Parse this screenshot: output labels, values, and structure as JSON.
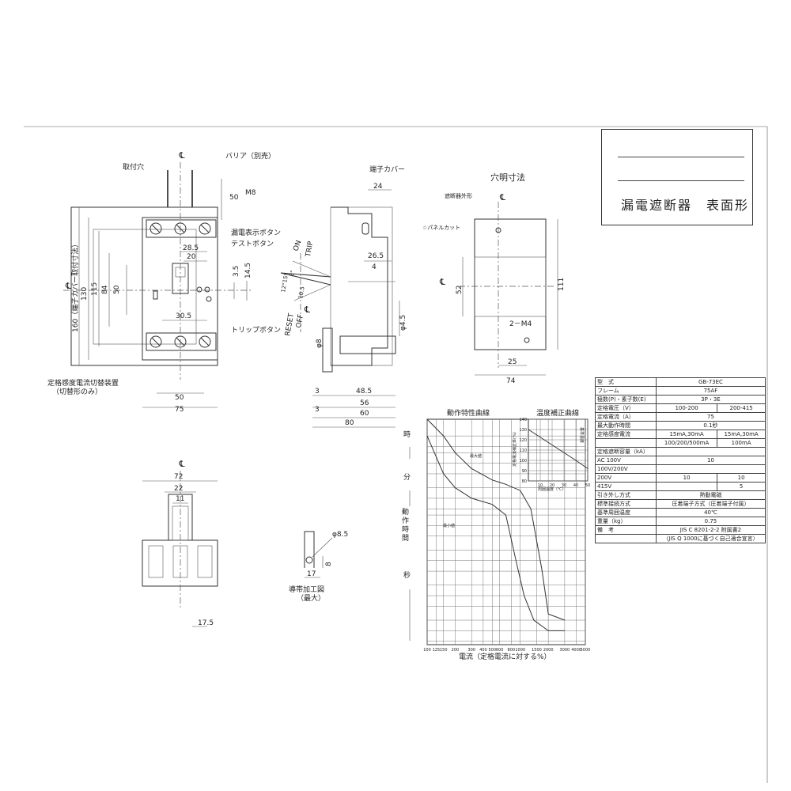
{
  "title_block": {
    "title": "漏電遮断器　表面形"
  },
  "front_view": {
    "centerline": "℄",
    "labels": {
      "mounting_hole": "取付穴",
      "barrier": "バリア（別売）",
      "m8": "M8",
      "leak_indicator": "漏電表示ボタン",
      "test_button": "テストボタン",
      "trip_button": "トリップボタン",
      "sensitivity_switch": "定格感度電流切替装置",
      "sensitivity_switch_note": "（切替形のみ）",
      "cover_dim": "160（端子カバー取付寸法）"
    },
    "dims": [
      "50",
      "28.5",
      "20",
      "3.5",
      "14.5",
      "30.5",
      "130",
      "115",
      "84",
      "50",
      "50",
      "75"
    ]
  },
  "side_view": {
    "labels": {
      "terminal_cover": "端子カバー",
      "on": "ON",
      "trip": "TRIP",
      "off": "OFF",
      "reset": "RESET",
      "angles": "12°15°",
      "angle2": "8°",
      "centerline": "℄"
    },
    "dims": [
      "24",
      "26.5",
      "4",
      "10.5",
      "φ4.5",
      "φ8",
      "48.5",
      "56",
      "60",
      "80",
      "3",
      "3"
    ]
  },
  "panel_cut": {
    "title": "穴明寸法",
    "outline_label": "遮断器外形",
    "panel_cut_label": "☆パネルカット",
    "centerline": "℄",
    "screw": "2－M4",
    "dims": [
      "52",
      "111",
      "25",
      "74"
    ]
  },
  "bottom_view": {
    "centerline": "℄",
    "dims": [
      "72",
      "22",
      "11",
      "17.5"
    ]
  },
  "conductor": {
    "label": "導帯加工図",
    "label2": "（最大）",
    "dims": [
      "φ8.5",
      "17",
      "8"
    ]
  },
  "op_chart": {
    "title": "動作特性曲線",
    "xlabel": "電流（定格電流に対する%）",
    "y_sections": [
      "時",
      "分",
      "動作時間",
      "秒"
    ],
    "max_label": "最大値",
    "min_label": "最小値",
    "x_ticks": [
      "100",
      "125",
      "150",
      "200",
      "300",
      "400",
      "500",
      "600",
      "800",
      "1000",
      "1500",
      "2000",
      "3000",
      "4000",
      "5000"
    ]
  },
  "temp_chart": {
    "title": "温度補正曲線",
    "xlabel": "周囲温度（℃）",
    "ylabel": "定格電流補正率(%)",
    "ref_label": "基準温度",
    "y_ticks": [
      "140",
      "130",
      "120",
      "110",
      "100",
      "90",
      "80"
    ],
    "x_ticks": [
      "10",
      "20",
      "30",
      "40",
      "50"
    ]
  },
  "chart_data": [
    {
      "type": "line",
      "title": "動作特性曲線",
      "xlabel": "電流（定格電流に対する%）",
      "ylabel": "動作時間",
      "x_scale": "log",
      "x_ticks": [
        100,
        125,
        150,
        200,
        300,
        400,
        500,
        600,
        800,
        1000,
        1500,
        2000,
        3000,
        4000,
        5000
      ],
      "series": [
        {
          "name": "最大値",
          "x": [
            100,
            150,
            200,
            300,
            500,
            700,
            1000,
            1300,
            1700,
            2000,
            3000
          ],
          "y_seconds": [
            10800,
            3600,
            1200,
            420,
            200,
            150,
            100,
            30,
            0.6,
            0.03,
            0.02
          ]
        },
        {
          "name": "最小値",
          "x": [
            100,
            150,
            200,
            300,
            500,
            700,
            900,
            1100,
            1400,
            2000,
            3000
          ],
          "y_seconds": [
            3600,
            300,
            120,
            60,
            40,
            20,
            1,
            0.1,
            0.02,
            0.01,
            0.01
          ]
        }
      ]
    },
    {
      "type": "line",
      "title": "温度補正曲線",
      "xlabel": "周囲温度（℃）",
      "ylabel": "定格電流補正率(%)",
      "ylim": [
        80,
        140
      ],
      "xlim": [
        0,
        50
      ],
      "series": [
        {
          "x": [
            0,
            40,
            50
          ],
          "y": [
            130,
            100,
            92
          ]
        }
      ]
    }
  ],
  "spec": {
    "rows": [
      [
        "型　式",
        "GB-73EC",
        ""
      ],
      [
        "フレーム",
        "75AF",
        ""
      ],
      [
        "極数(P)・素子数(E)",
        "3P・3E",
        ""
      ],
      [
        "定格電圧（V）",
        "100-200",
        "200-415"
      ],
      [
        "定格電流（A）",
        "75",
        ""
      ],
      [
        "最大動作時間",
        "0.1秒",
        ""
      ],
      [
        "定格感度電流",
        "15mA,30mA",
        "15mA,30mA"
      ],
      [
        "",
        "100/200/500mA",
        "100mA"
      ],
      [
        "定格遮断容量（kA）",
        "",
        ""
      ],
      [
        "AC 100V",
        "10",
        ""
      ],
      [
        "100V/200V",
        "",
        ""
      ],
      [
        "200V",
        "10",
        "10"
      ],
      [
        "415V",
        "",
        "5"
      ],
      [
        "引き外し方式",
        "熱動電磁",
        ""
      ],
      [
        "標準接続方式",
        "圧着端子方式（圧着端子付属）",
        ""
      ],
      [
        "基準周囲温度",
        "40℃",
        ""
      ],
      [
        "重量（kg）",
        "0.75",
        ""
      ],
      [
        "備　考",
        "JIS C 8201-2-2 附属書2",
        ""
      ],
      [
        "",
        "（JIS Q 1000に基づく自己適合宣言）",
        ""
      ]
    ]
  }
}
